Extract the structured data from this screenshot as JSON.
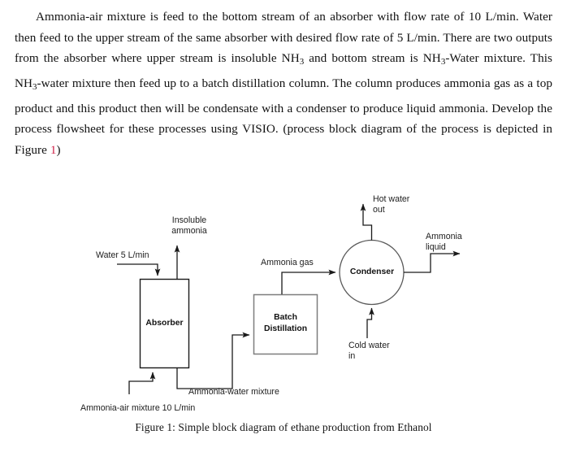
{
  "document": {
    "paragraph": {
      "indent_text": "Ammonia-air mixture is feed to the bottom stream of an absorber with flow rate of 10 L/min. Water then feed to the upper stream of the same absorber with desired flow rate of 5 L/min. There are two outputs from the absorber where upper stream is insoluble NH",
      "sub_1": "3",
      "mid_text_1": " and bottom stream is NH",
      "sub_2": "3",
      "mid_text_2": "-Water mixture. This NH",
      "sub_3": "3",
      "mid_text_3": "-water mixture then feed up to a batch distillation column. The column produces ammonia gas as a top product and this product then will be condensate with a condenser to produce liquid ammonia. Develop the process flowsheet for these processes using VISIO. (process block diagram of the process is depicted in Figure ",
      "figure_ref": "1",
      "tail_text": ")"
    },
    "caption": "Figure 1: Simple block diagram of ethane production from Ethanol"
  },
  "diagram": {
    "blocks": {
      "absorber": "Absorber",
      "batch_distillation": "Batch\nDistillation",
      "condenser": "Condenser"
    },
    "stream_labels": {
      "water_feed": "Water 5 L/min",
      "insoluble_ammonia": "Insoluble\nammonia",
      "ammonia_air_feed": "Ammonia-air mixture 10 L/min",
      "ammonia_water_mixture": "Ammonia-water mixture",
      "ammonia_gas": "Ammonia gas",
      "hot_water_out": "Hot water\nout",
      "cold_water_in": "Cold water\nin",
      "ammonia_liquid": "Ammonia\nliquid"
    }
  },
  "colors": {
    "text": "#121212",
    "reference_link": "#cf1f46",
    "line_dark": "#1a1a1a",
    "line_gray": "#808080",
    "background": "#ffffff"
  }
}
